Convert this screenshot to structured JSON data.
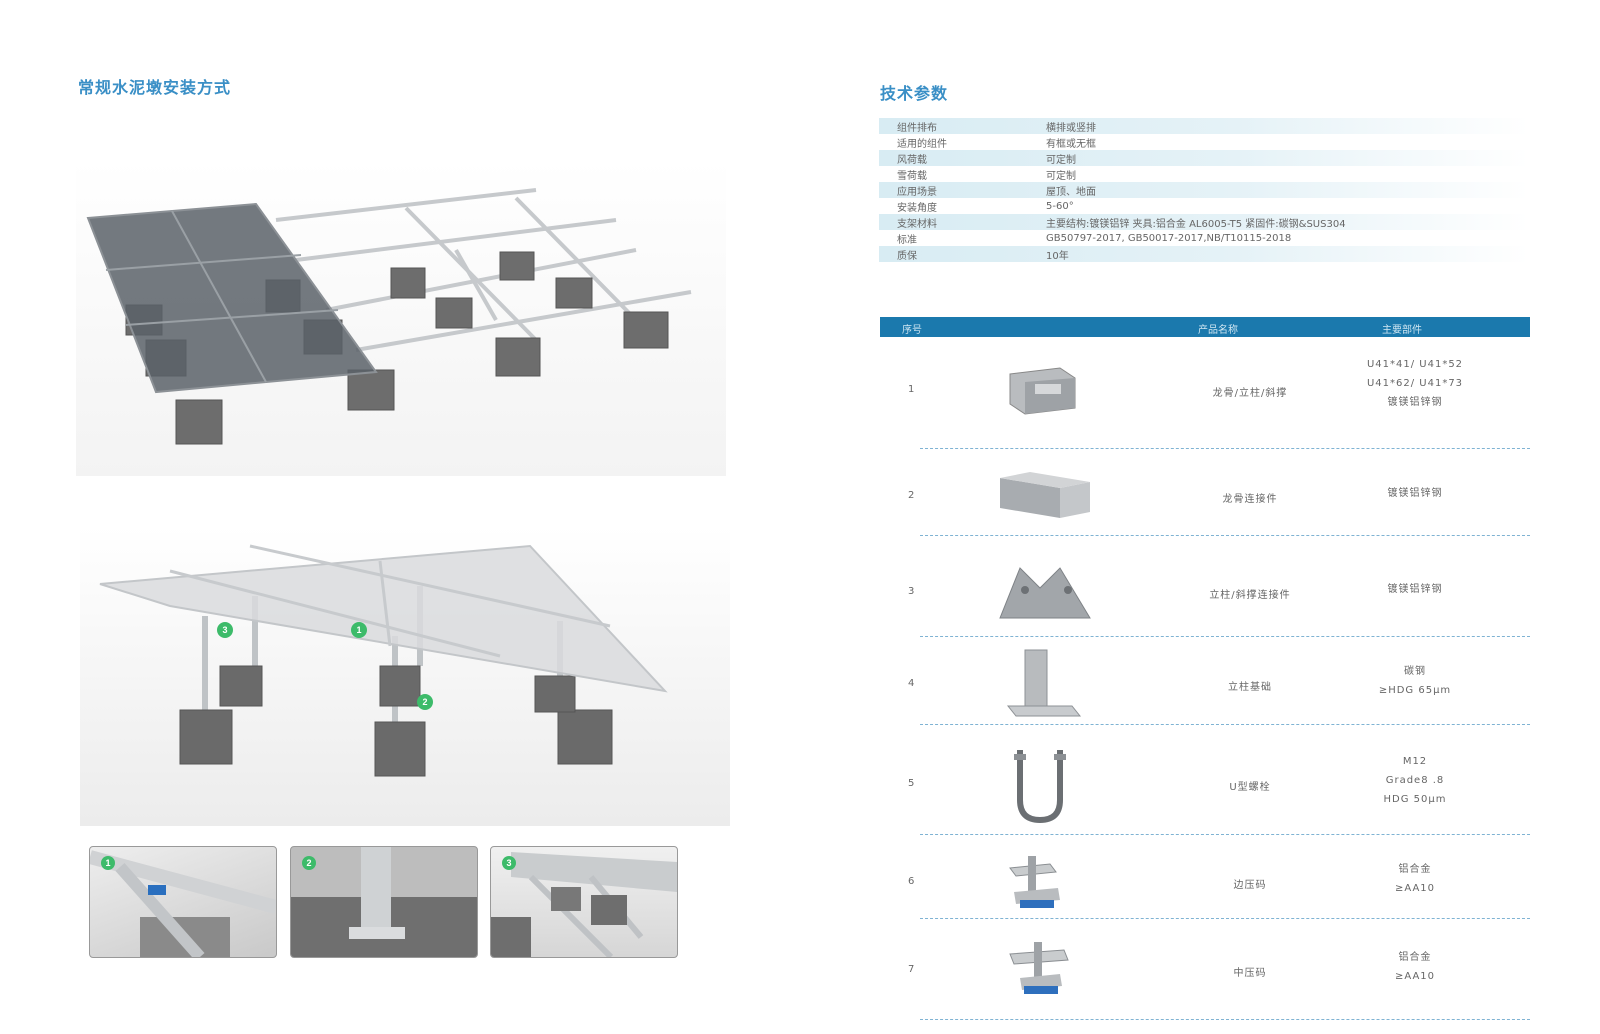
{
  "left": {
    "title": "常规水泥墩安装方式",
    "detail_badges": [
      "1",
      "2",
      "3"
    ]
  },
  "specs": {
    "title": "技术参数",
    "rows": [
      {
        "key": "组件排布",
        "value": "横排或竖排"
      },
      {
        "key": "适用的组件",
        "value": "有框或无框"
      },
      {
        "key": "风荷载",
        "value": "可定制"
      },
      {
        "key": "雪荷载",
        "value": "可定制"
      },
      {
        "key": "应用场景",
        "value": "屋顶、地面"
      },
      {
        "key": "安装角度",
        "value": "5-60°"
      },
      {
        "key": "支架材料",
        "value": "主要结构:镀镁铝锌 夹具:铝合金 AL6005-T5 紧固件:碳钢&SUS304"
      },
      {
        "key": "标准",
        "value": "GB50797-2017, GB50017-2017,NB/T10115-2018"
      },
      {
        "key": "质保",
        "value": "10年"
      }
    ]
  },
  "parts": {
    "headers": {
      "no": "序号",
      "name": "产品名称",
      "spec": "主要部件"
    },
    "rows": [
      {
        "no": "1",
        "name": "龙骨/立柱/斜撑",
        "spec": [
          "U41*41/ U41*52",
          "U41*62/ U41*73",
          "镀镁铝锌钢"
        ],
        "icon": "c-channel-icon"
      },
      {
        "no": "2",
        "name": "龙骨连接件",
        "spec": [
          "镀镁铝锌钢"
        ],
        "icon": "channel-connector-icon"
      },
      {
        "no": "3",
        "name": "立柱/斜撑连接件",
        "spec": [
          "镀镁铝锌钢"
        ],
        "icon": "bracket-icon"
      },
      {
        "no": "4",
        "name": "立柱基础",
        "spec": [
          "碳钢",
          "≥HDG 65μm"
        ],
        "icon": "post-base-icon"
      },
      {
        "no": "5",
        "name": "U型螺栓",
        "spec": [
          "M12",
          "Grade8 .8",
          "HDG 50μm"
        ],
        "icon": "u-bolt-icon"
      },
      {
        "no": "6",
        "name": "边压码",
        "spec": [
          "铝合金",
          "≥AA10"
        ],
        "icon": "end-clamp-icon"
      },
      {
        "no": "7",
        "name": "中压码",
        "spec": [
          "铝合金",
          "≥AA10"
        ],
        "icon": "mid-clamp-icon"
      }
    ]
  },
  "colors": {
    "accent": "#3a8fc6",
    "header_bar": "#1b79ad",
    "badge": "#3dbb6a"
  }
}
